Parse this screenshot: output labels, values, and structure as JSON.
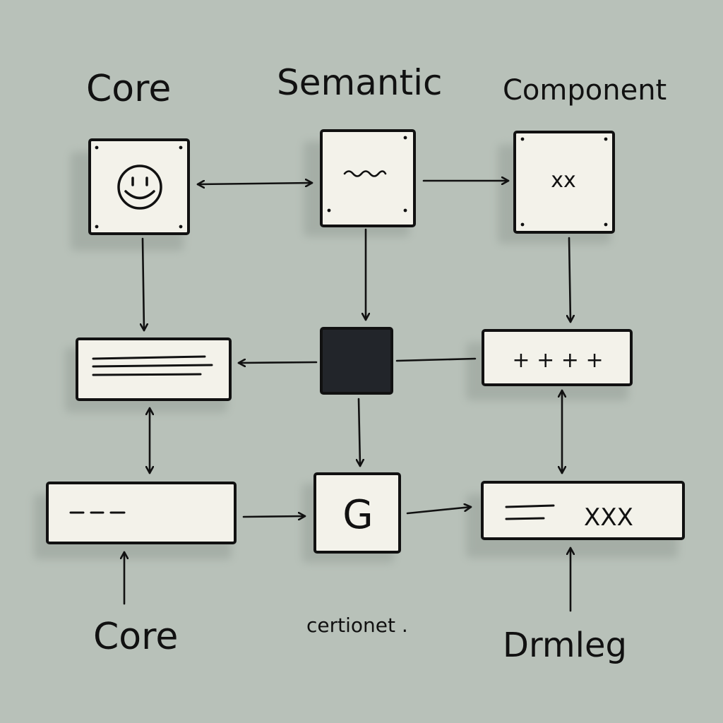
{
  "labels": {
    "top_left": "Core",
    "top_middle": "Semantic",
    "top_right": "Component",
    "bottom_left": "Core",
    "bottom_middle": "certionet .",
    "bottom_right": "Drmleg"
  },
  "nodes": {
    "core_symbol": "☺",
    "semantic_symbol": "~~~",
    "component_symbol": "xx",
    "plus_row": "+ + + +",
    "dash_row": "---",
    "g_glyph": "G",
    "lines_xxx": "XXX"
  },
  "colors": {
    "background": "#b8c1b9",
    "box_fill": "#f3f2ea",
    "ink": "#111111",
    "dark_box": "#22252a"
  }
}
